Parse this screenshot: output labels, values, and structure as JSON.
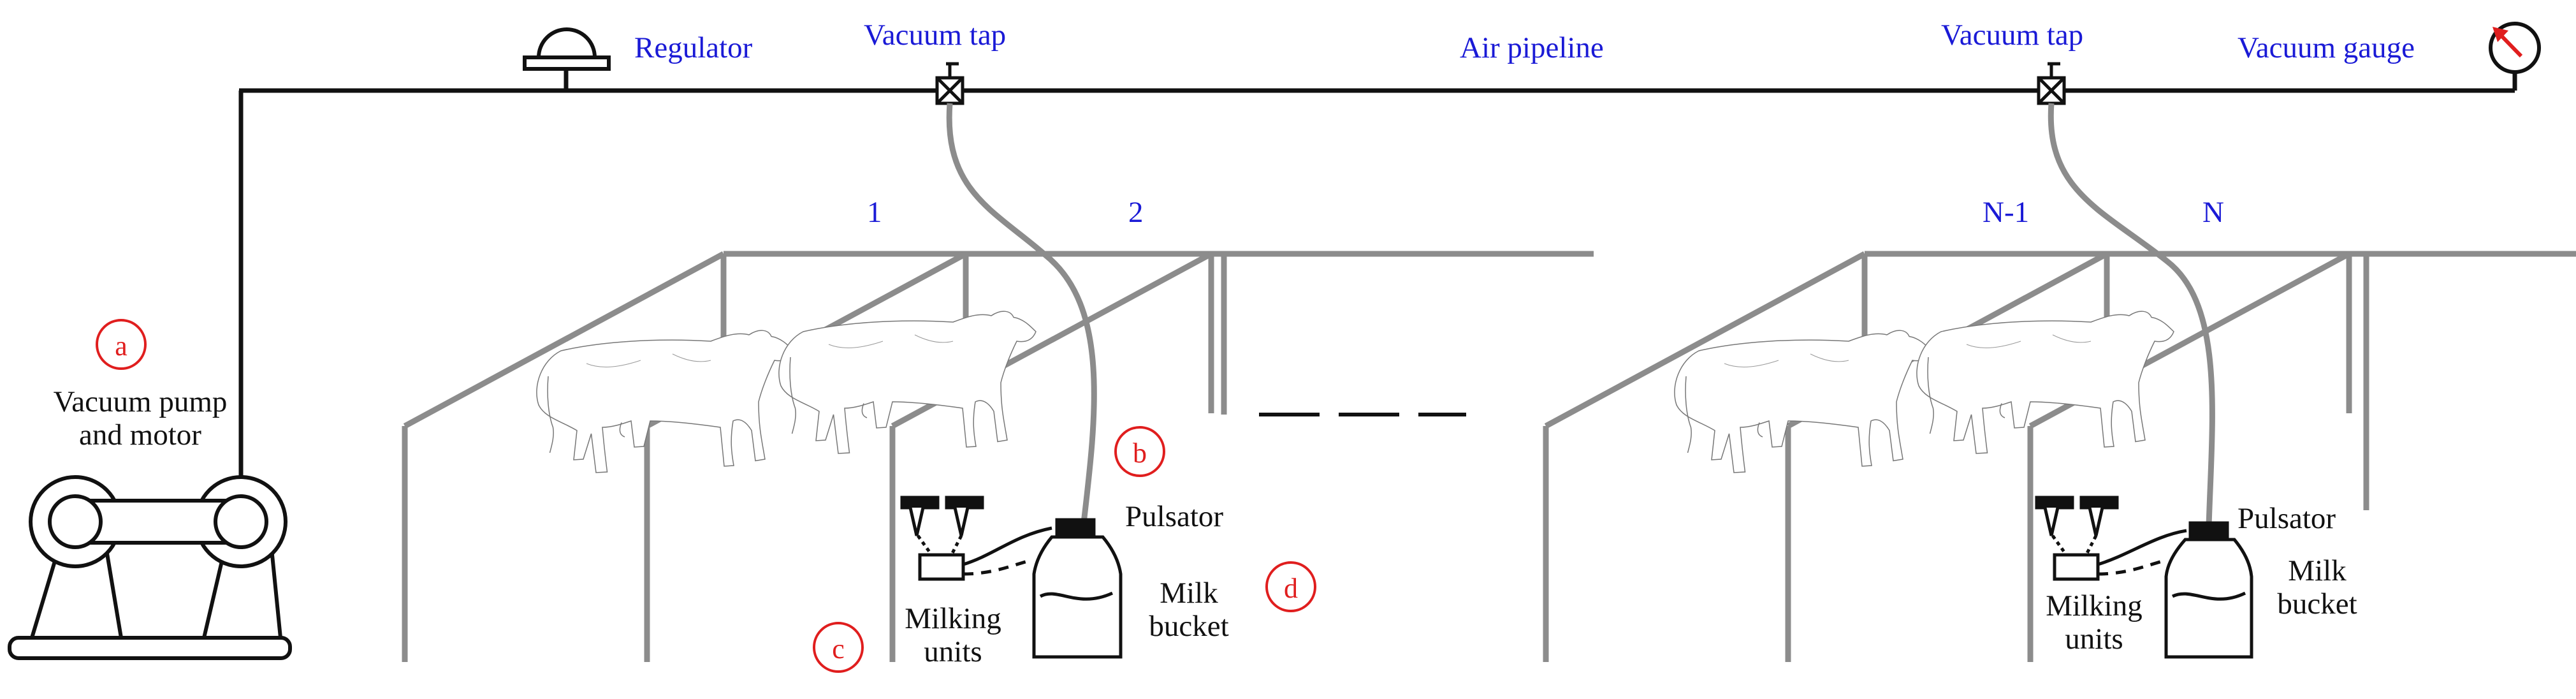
{
  "labels": {
    "regulator": "Regulator",
    "vacuum_tap_1": "Vacuum tap",
    "air_pipeline": "Air pipeline",
    "vacuum_tap_2": "Vacuum tap",
    "vacuum_gauge": "Vacuum gauge",
    "stall_1": "1",
    "stall_2": "2",
    "stall_n1": "N-1",
    "stall_n": "N",
    "pump_line1": "Vacuum pump",
    "pump_line2": "and motor",
    "pulsator_1": "Pulsator",
    "pulsator_2": "Pulsator",
    "milking_units_1_l1": "Milking",
    "milking_units_1_l2": "units",
    "milking_units_2_l1": "Milking",
    "milking_units_2_l2": "units",
    "milk_bucket_1_l1": "Milk",
    "milk_bucket_1_l2": "bucket",
    "milk_bucket_2_l1": "Milk",
    "milk_bucket_2_l2": "bucket"
  },
  "markers": {
    "a": "a",
    "b": "b",
    "c": "c",
    "d": "d"
  },
  "colors": {
    "label_blue": "#1a1ad6",
    "marker_red": "#e01e1e",
    "structure_gray": "#8c8c8c",
    "line_black": "#111111"
  }
}
